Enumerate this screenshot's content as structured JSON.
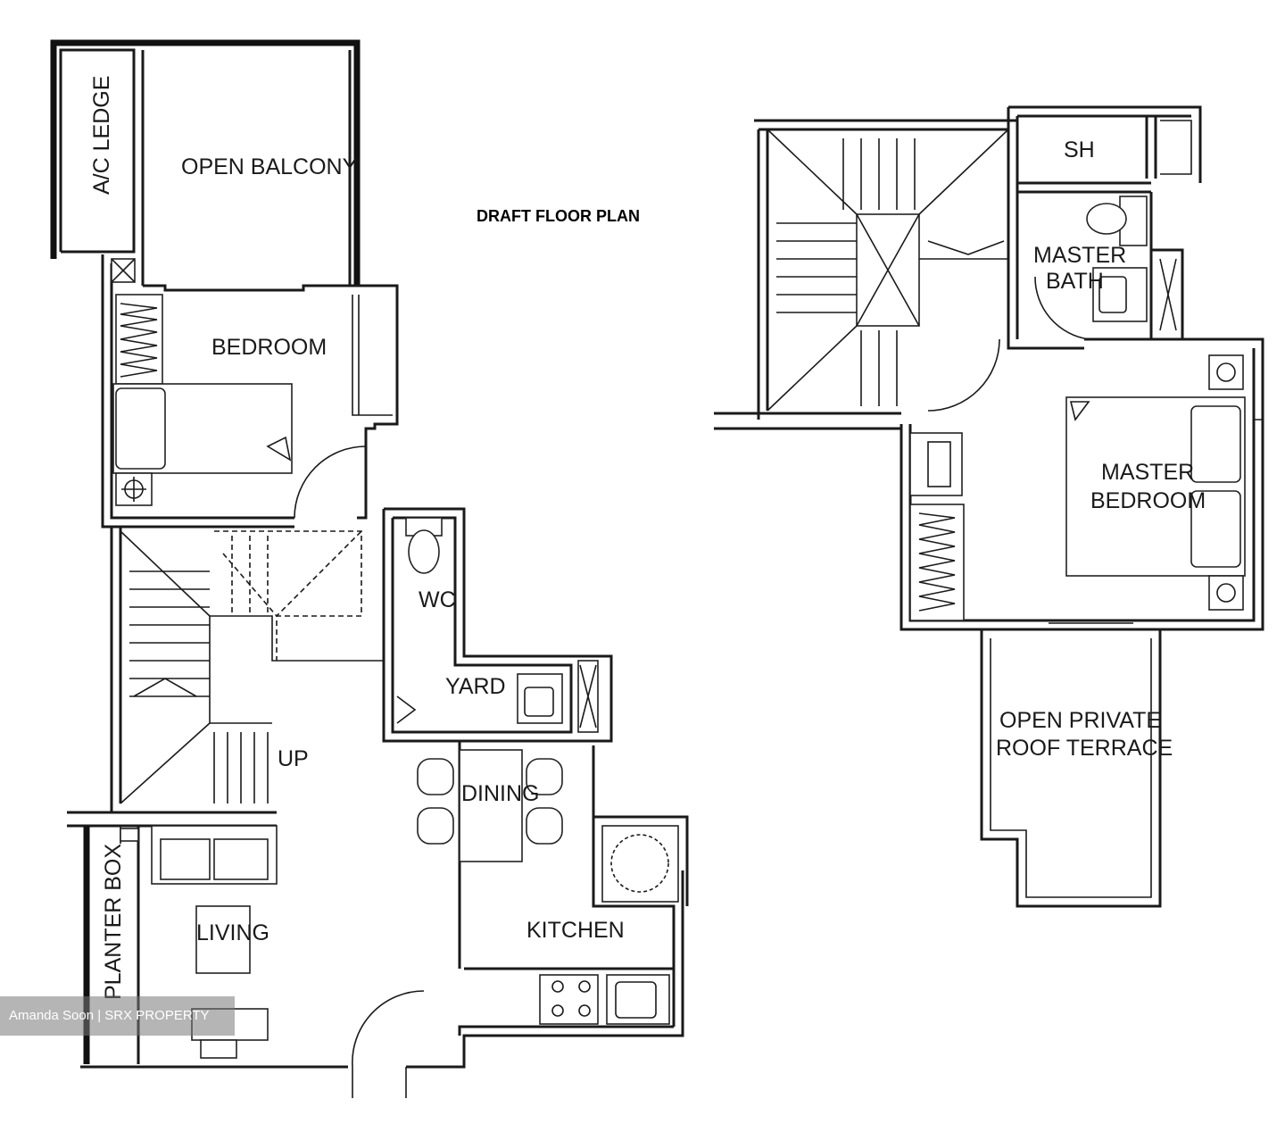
{
  "title": "DRAFT FLOOR PLAN",
  "rooms": {
    "ac_ledge": "A/C LEDGE",
    "open_balcony": "OPEN BALCONY",
    "bedroom": "BEDROOM",
    "wc": "WC",
    "yard": "YARD",
    "up": "UP",
    "dining": "DINING",
    "living": "LIVING",
    "kitchen": "KITCHEN",
    "planter_box": "PLANTER BOX",
    "sh": "SH",
    "master_bath_line1": "MASTER",
    "master_bath_line2": "BATH",
    "master_bedroom_line1": "MASTER",
    "master_bedroom_line2": "BEDROOM",
    "roof_terrace_line1": "OPEN PRIVATE",
    "roof_terrace_line2": "ROOF TERRACE"
  },
  "watermark": "Amanda Soon | SRX PROPERTY"
}
